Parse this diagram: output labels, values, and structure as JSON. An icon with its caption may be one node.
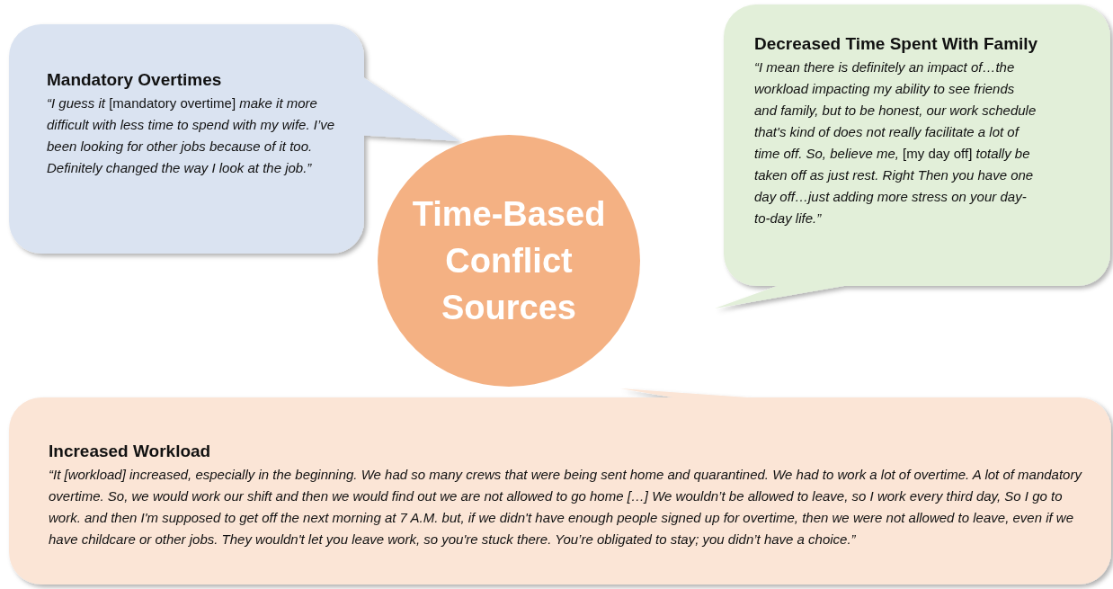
{
  "diagram": {
    "nodes": [
      {
        "text": [
          "Mandatory Overtimes",
          "*“I guess it* [mandatory overtime] *make it more difficult with less time to spend with my wife. I’ve been looking for other jobs because of it too. Definitely changed the way I look at the job.”*"
        ]
      },
      {
        "text": [
          "Decreased Time Spent With Family",
          "*“I mean there is definitely an impact of…the workload impacting my ability to see friends and family, but to be honest, our work schedule that's kind of does not really facilitate a lot of time off. So, believe me,* [my day off] *totally be taken off as just rest. Right Then you have one day off…just adding more stress on your day-to-day life.”*"
        ]
      },
      {
        "text": [
          "Time-Based Conflict Sources"
        ]
      },
      {
        "text": [
          "Increased Workload",
          "*“It [workload] increased, especially in the beginning. We had so many crews that were being sent home and quarantined. We had to work a lot of overtime. A lot of mandatory overtime. So, we would work our shift and then we would find out we are not allowed to go home […] We wouldn’t be allowed to leave, so I work every third day, So I go to work. and then I'm supposed to get off the next morning at 7 A.M. but, if we didn't have enough people signed up for overtime, then we were not allowed to leave, even if we have childcare or other jobs. They wouldn't let you leave work, so you're stuck there. You’re obligated to stay; you didn’t have a choice.”*"
        ]
      }
    ]
  }
}
